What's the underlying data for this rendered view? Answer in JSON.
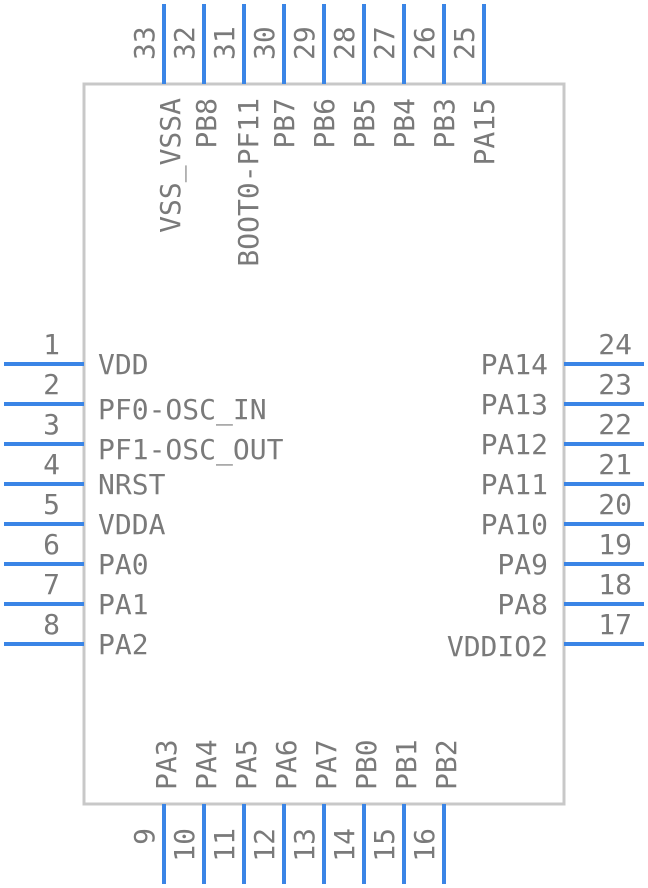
{
  "pins": {
    "left": [
      {
        "number": "1",
        "name": "VDD"
      },
      {
        "number": "2",
        "name": "PF0-OSC_IN"
      },
      {
        "number": "3",
        "name": "PF1-OSC_OUT"
      },
      {
        "number": "4",
        "name": "NRST"
      },
      {
        "number": "5",
        "name": "VDDA"
      },
      {
        "number": "6",
        "name": "PA0"
      },
      {
        "number": "7",
        "name": "PA1"
      },
      {
        "number": "8",
        "name": "PA2"
      }
    ],
    "bottom": [
      {
        "number": "9",
        "name": "PA3"
      },
      {
        "number": "10",
        "name": "PA4"
      },
      {
        "number": "11",
        "name": "PA5"
      },
      {
        "number": "12",
        "name": "PA6"
      },
      {
        "number": "13",
        "name": "PA7"
      },
      {
        "number": "14",
        "name": "PB0"
      },
      {
        "number": "15",
        "name": "PB1"
      },
      {
        "number": "16",
        "name": "PB2"
      }
    ],
    "right": [
      {
        "number": "17",
        "name": "VDDIO2"
      },
      {
        "number": "18",
        "name": "PA8"
      },
      {
        "number": "19",
        "name": "PA9"
      },
      {
        "number": "20",
        "name": "PA10"
      },
      {
        "number": "21",
        "name": "PA11"
      },
      {
        "number": "22",
        "name": "PA12"
      },
      {
        "number": "23",
        "name": "PA13"
      },
      {
        "number": "24",
        "name": "PA14"
      }
    ],
    "top": [
      {
        "number": "25",
        "name": "PA15"
      },
      {
        "number": "26",
        "name": "PB3"
      },
      {
        "number": "27",
        "name": "PB4"
      },
      {
        "number": "28",
        "name": "PB5"
      },
      {
        "number": "29",
        "name": "PB6"
      },
      {
        "number": "30",
        "name": "PB7"
      },
      {
        "number": "31",
        "name": "BOOT0-PF11"
      },
      {
        "number": "32",
        "name": "PB8"
      },
      {
        "number": "33",
        "name": "VSS_VSSA"
      }
    ]
  },
  "colors": {
    "pin": "#3a85e6",
    "body_outline": "#c8c8c8",
    "text": "#7a7a7a"
  }
}
